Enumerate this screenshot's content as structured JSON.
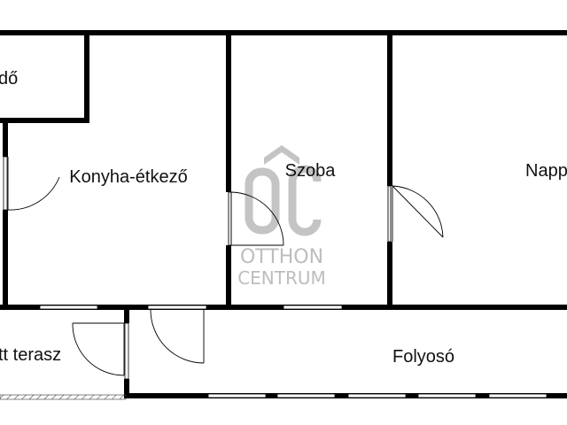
{
  "rooms": {
    "top_left": "dő",
    "kitchen": "Konyha-étkező",
    "room": "Szoba",
    "living": "Napp",
    "terrace": "tt terasz",
    "corridor": "Folyosó"
  },
  "watermark": {
    "logo": "OC",
    "line1": "OTTHON",
    "line2": "CENTRUM",
    "color": "#bdbdbd"
  },
  "colors": {
    "wall": "#000000",
    "background": "#ffffff"
  }
}
